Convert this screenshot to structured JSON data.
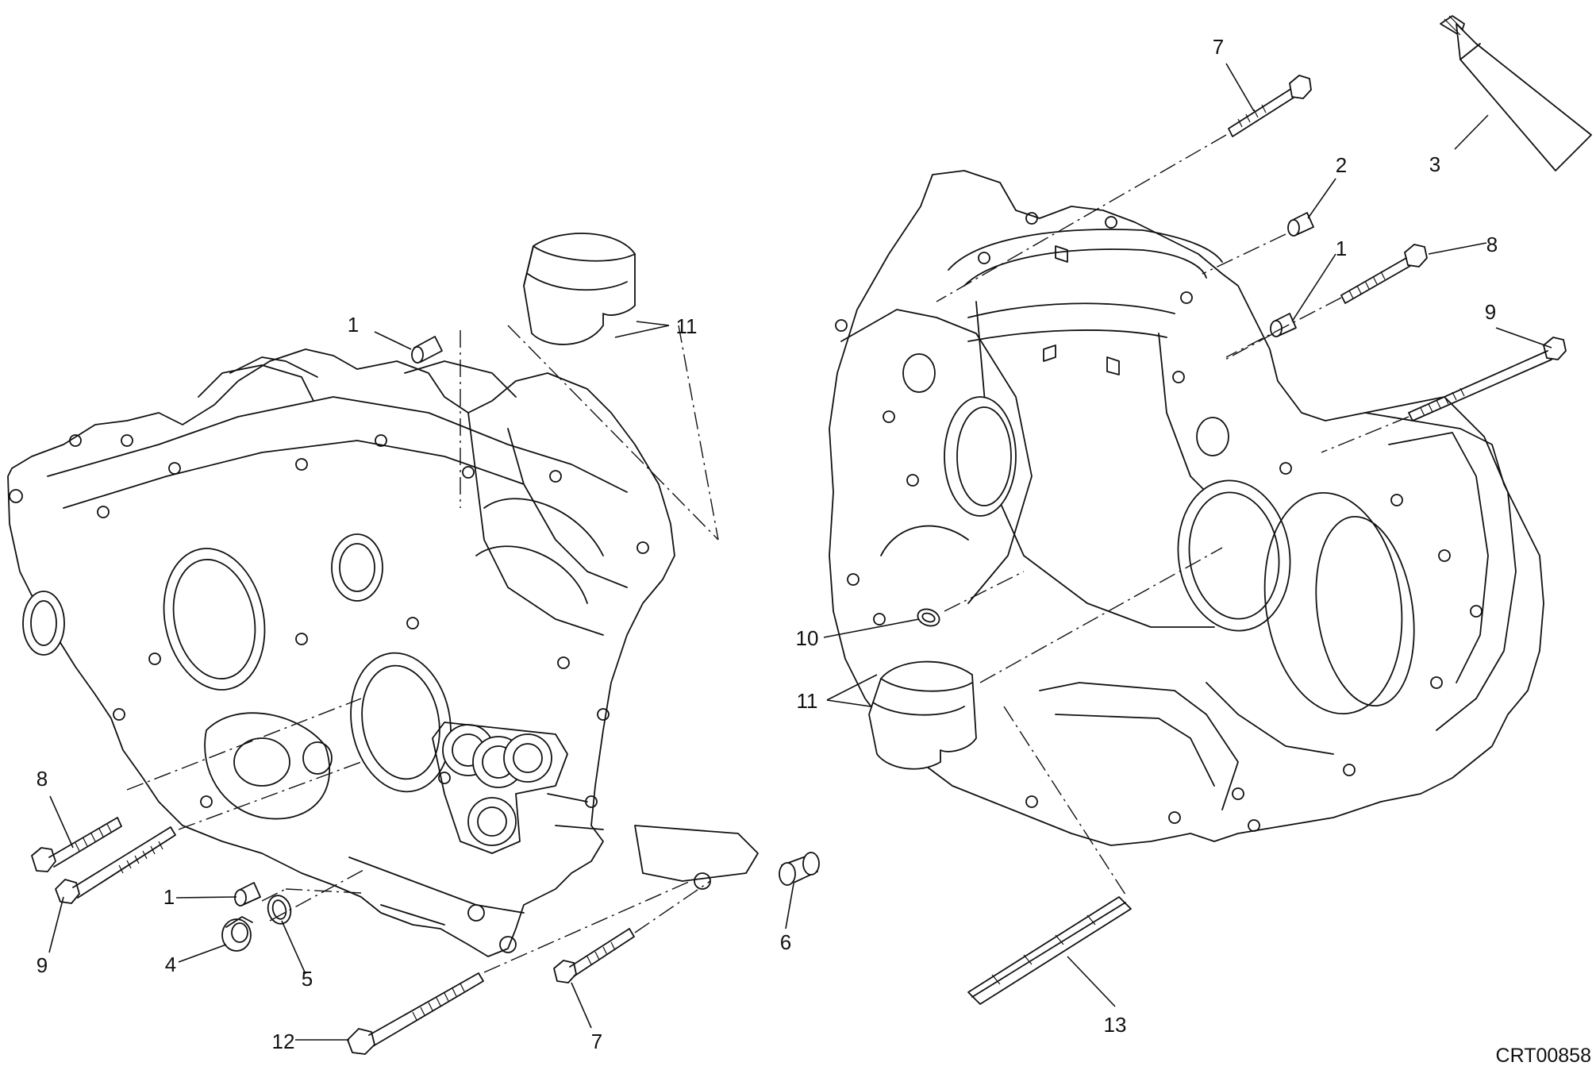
{
  "diagram": {
    "drawing_code": "CRT00858",
    "callouts": [
      {
        "id": "left-1-top",
        "label": "1"
      },
      {
        "id": "left-11",
        "label": "11"
      },
      {
        "id": "left-8",
        "label": "8"
      },
      {
        "id": "left-9",
        "label": "9"
      },
      {
        "id": "left-1-bottom",
        "label": "1"
      },
      {
        "id": "left-4",
        "label": "4"
      },
      {
        "id": "left-5",
        "label": "5"
      },
      {
        "id": "left-12",
        "label": "12"
      },
      {
        "id": "left-7",
        "label": "7"
      },
      {
        "id": "left-6",
        "label": "6"
      },
      {
        "id": "right-7",
        "label": "7"
      },
      {
        "id": "right-3",
        "label": "3"
      },
      {
        "id": "right-2",
        "label": "2"
      },
      {
        "id": "right-1",
        "label": "1"
      },
      {
        "id": "right-8",
        "label": "8"
      },
      {
        "id": "right-9",
        "label": "9"
      },
      {
        "id": "right-10",
        "label": "10"
      },
      {
        "id": "right-11",
        "label": "11"
      },
      {
        "id": "right-13",
        "label": "13"
      }
    ]
  }
}
